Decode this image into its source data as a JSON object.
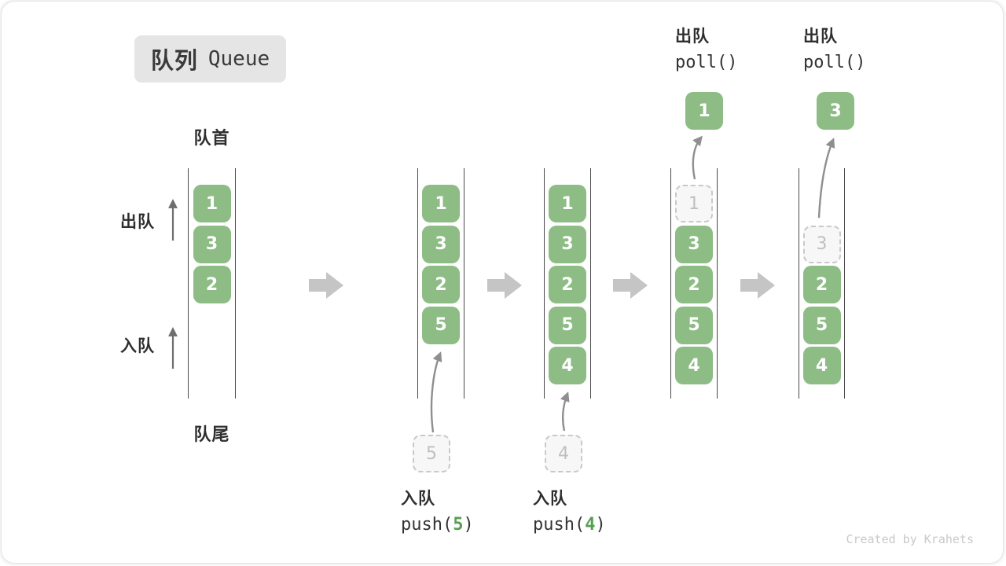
{
  "title": {
    "zh": "队列",
    "en": "Queue"
  },
  "side_labels": {
    "front": "队首",
    "rear": "队尾",
    "dequeue": "出队",
    "enqueue": "入队"
  },
  "watermark": "Created by Krahets",
  "colors": {
    "box_green": "#8DBC85",
    "box_text": "#FFFFFF",
    "accent_green": "#55A050",
    "ghost_text": "#BFBFBF",
    "ghost_border": "#C9C9C9",
    "channel_line": "#4A4A4A",
    "block_arrow": "#C5C5C5"
  },
  "columns": [
    {
      "name": "state-initial",
      "boxes": [
        {
          "slot": 0,
          "value": "1",
          "ghost": false
        },
        {
          "slot": 1,
          "value": "3",
          "ghost": false
        },
        {
          "slot": 2,
          "value": "2",
          "ghost": false
        }
      ]
    },
    {
      "name": "state-after-push-5",
      "boxes": [
        {
          "slot": 0,
          "value": "1",
          "ghost": false
        },
        {
          "slot": 1,
          "value": "3",
          "ghost": false
        },
        {
          "slot": 2,
          "value": "2",
          "ghost": false
        },
        {
          "slot": 3,
          "value": "5",
          "ghost": false
        }
      ],
      "incoming": {
        "value": "5"
      },
      "op": {
        "label": "入队",
        "code": {
          "pre": "push(",
          "arg": "5",
          "post": ")"
        }
      }
    },
    {
      "name": "state-after-push-4",
      "boxes": [
        {
          "slot": 0,
          "value": "1",
          "ghost": false
        },
        {
          "slot": 1,
          "value": "3",
          "ghost": false
        },
        {
          "slot": 2,
          "value": "2",
          "ghost": false
        },
        {
          "slot": 3,
          "value": "5",
          "ghost": false
        },
        {
          "slot": 4,
          "value": "4",
          "ghost": false
        }
      ],
      "incoming": {
        "value": "4"
      },
      "op": {
        "label": "入队",
        "code": {
          "pre": "push(",
          "arg": "4",
          "post": ")"
        }
      }
    },
    {
      "name": "state-after-poll-1",
      "boxes": [
        {
          "slot": 0,
          "value": "1",
          "ghost": true
        },
        {
          "slot": 1,
          "value": "3",
          "ghost": false
        },
        {
          "slot": 2,
          "value": "2",
          "ghost": false
        },
        {
          "slot": 3,
          "value": "5",
          "ghost": false
        },
        {
          "slot": 4,
          "value": "4",
          "ghost": false
        }
      ],
      "outgoing": {
        "value": "1"
      },
      "op": {
        "label": "出队",
        "code": {
          "pre": "poll()",
          "arg": "",
          "post": ""
        }
      }
    },
    {
      "name": "state-after-poll-3",
      "boxes": [
        {
          "slot": 1,
          "value": "3",
          "ghost": true
        },
        {
          "slot": 2,
          "value": "2",
          "ghost": false
        },
        {
          "slot": 3,
          "value": "5",
          "ghost": false
        },
        {
          "slot": 4,
          "value": "4",
          "ghost": false
        }
      ],
      "outgoing": {
        "value": "3"
      },
      "op": {
        "label": "出队",
        "code": {
          "pre": "poll()",
          "arg": "",
          "post": ""
        }
      }
    }
  ]
}
